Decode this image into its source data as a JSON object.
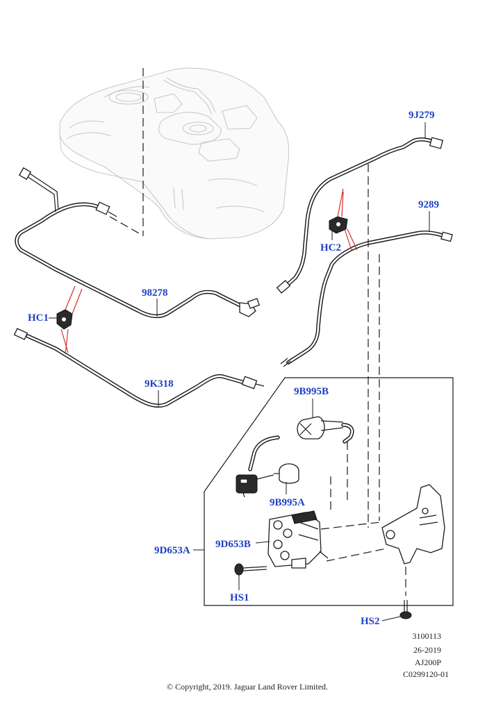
{
  "callouts": {
    "c9J279": "9J279",
    "c9289": "9289",
    "cHC2": "HC2",
    "c98278": "98278",
    "cHC1": "HC1",
    "c9K318": "9K318",
    "c9B995B": "9B995B",
    "c9B995A": "9B995A",
    "c9D653A": "9D653A",
    "c9D653B": "9D653B",
    "cHS1": "HS1",
    "cHS2": "HS2"
  },
  "reference": {
    "line1": "3100113",
    "line2": "26-2019",
    "line3": "AJ200P",
    "line4": "C0299120-01"
  },
  "footer": {
    "copyright": "© Copyright, 2019. Jaguar Land Rover Limited."
  },
  "colors": {
    "callout_text": "#1d3fc4",
    "clip_leader": "#d21c1c",
    "line_art": "#1a1a1a",
    "tank_ghost": "#c9c9c9"
  }
}
